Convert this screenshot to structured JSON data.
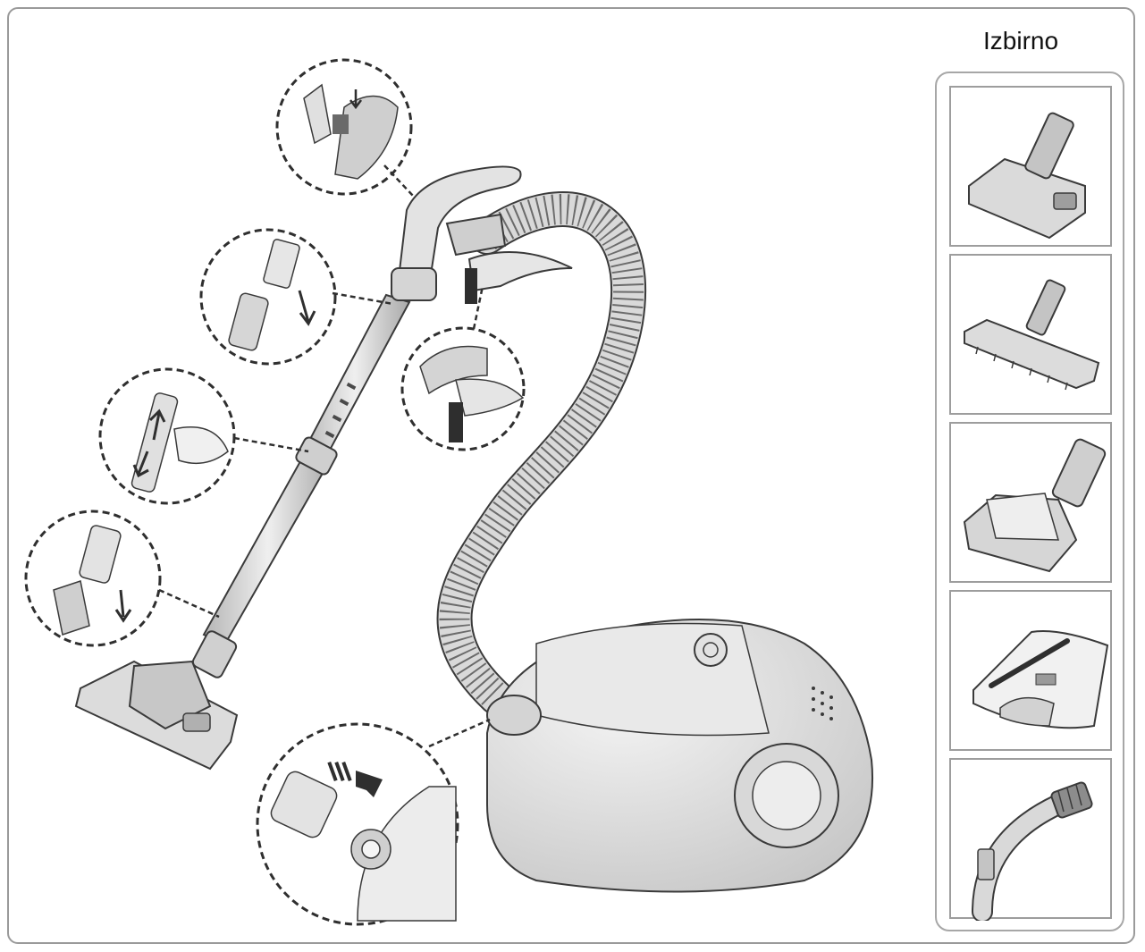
{
  "optional_section": {
    "label": "Izbirno",
    "accessories": [
      {
        "icon": "floor-brush-icon"
      },
      {
        "icon": "parquet-brush-icon"
      },
      {
        "icon": "turbo-brush-icon"
      },
      {
        "icon": "accessory-bag-icon"
      },
      {
        "icon": "curved-hose-handle-icon"
      }
    ]
  },
  "main_illustration": {
    "parts": [
      "vacuum-body",
      "hose",
      "handle",
      "telescopic-tube",
      "floor-nozzle"
    ],
    "callouts": [
      {
        "icon": "handle-battery-insert-callout"
      },
      {
        "icon": "tube-to-handle-callout"
      },
      {
        "icon": "tube-length-adjust-callout"
      },
      {
        "icon": "nozzle-attach-callout"
      },
      {
        "icon": "hose-clip-callout"
      },
      {
        "icon": "hose-to-body-callout"
      }
    ]
  },
  "colors": {
    "line": "#3a3a3a",
    "fill_light": "#e6e6e6",
    "fill_mid": "#c9c9c9",
    "fill_dark": "#8a8a8a",
    "border": "#9a9a9a"
  }
}
